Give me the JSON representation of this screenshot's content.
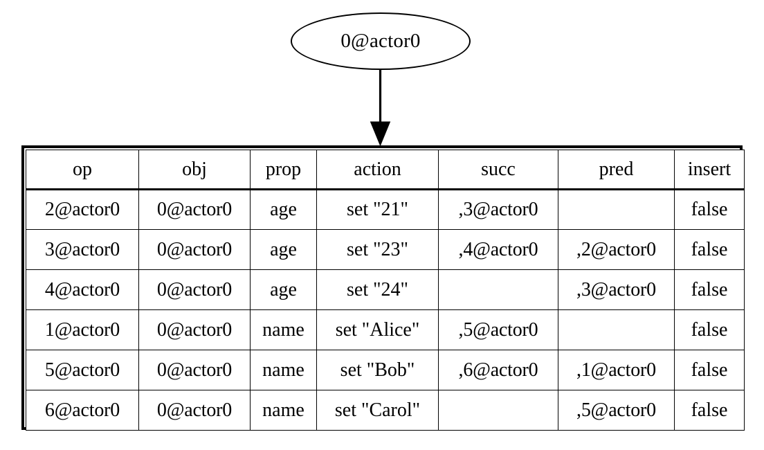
{
  "graph": {
    "root_node": {
      "label": "0@actor0",
      "shape": "ellipse"
    },
    "edge": {
      "from": "0@actor0",
      "to": "op-table",
      "arrowhead": "normal"
    }
  },
  "table": {
    "columns": [
      "op",
      "obj",
      "prop",
      "action",
      "succ",
      "pred",
      "insert"
    ],
    "rows": [
      {
        "op": "2@actor0",
        "obj": "0@actor0",
        "prop": "age",
        "action": "set \"21\"",
        "succ": ",3@actor0",
        "pred": "",
        "insert": "false"
      },
      {
        "op": "3@actor0",
        "obj": "0@actor0",
        "prop": "age",
        "action": "set \"23\"",
        "succ": ",4@actor0",
        "pred": ",2@actor0",
        "insert": "false"
      },
      {
        "op": "4@actor0",
        "obj": "0@actor0",
        "prop": "age",
        "action": "set \"24\"",
        "succ": "",
        "pred": ",3@actor0",
        "insert": "false"
      },
      {
        "op": "1@actor0",
        "obj": "0@actor0",
        "prop": "name",
        "action": "set \"Alice\"",
        "succ": ",5@actor0",
        "pred": "",
        "insert": "false"
      },
      {
        "op": "5@actor0",
        "obj": "0@actor0",
        "prop": "name",
        "action": "set \"Bob\"",
        "succ": ",6@actor0",
        "pred": ",1@actor0",
        "insert": "false"
      },
      {
        "op": "6@actor0",
        "obj": "0@actor0",
        "prop": "name",
        "action": "set \"Carol\"",
        "succ": "",
        "pred": ",5@actor0",
        "insert": "false"
      }
    ]
  },
  "colors": {
    "background": "#ffffff",
    "stroke": "#000000",
    "text": "#000000"
  }
}
